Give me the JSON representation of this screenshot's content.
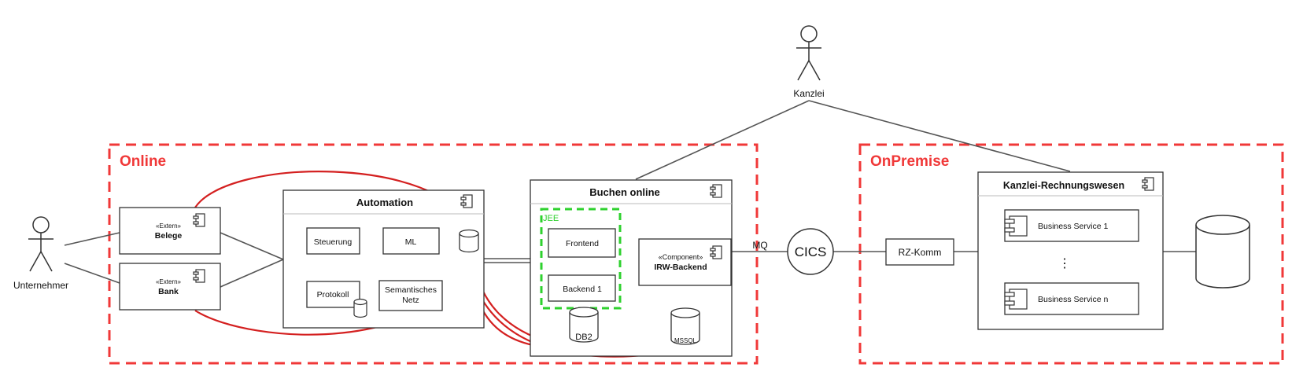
{
  "regions": {
    "online": "Online",
    "onpremise": "OnPremise",
    "jee": "JEE"
  },
  "actors": {
    "unternehmer": "Unternehmer",
    "kanzlei": "Kanzlei"
  },
  "components": {
    "belege": {
      "stereotype": "«Extern»",
      "name": "Belege"
    },
    "bank": {
      "stereotype": "«Extern»",
      "name": "Bank"
    },
    "automation": "Automation",
    "steuerung": "Steuerung",
    "ml": "ML",
    "protokoll": "Protokoll",
    "semantisches_netz": [
      "Semantisches",
      "Netz"
    ],
    "buchen_online": "Buchen online",
    "frontend": "Frontend",
    "backend1": "Backend 1",
    "irw_backend": {
      "stereotype": "«Component»",
      "name": "IRW-Backend"
    },
    "db2": "DB2",
    "mssql": "MSSQL",
    "mq": "MQ",
    "cics": "CICS",
    "rz_komm": "RZ-Komm",
    "kanzlei_rechnungswesen": "Kanzlei-Rechnungswesen",
    "business_service_1": "Business Service 1",
    "business_service_n": "Business Service n",
    "ellipsis": "⋮"
  },
  "colors": {
    "region": "#f03838",
    "jee": "#2ed12e",
    "flow": "#d42020",
    "conflict": "#d42020"
  },
  "icons": [
    "component-icon",
    "database-icon",
    "actor-icon",
    "lightning-icon"
  ]
}
